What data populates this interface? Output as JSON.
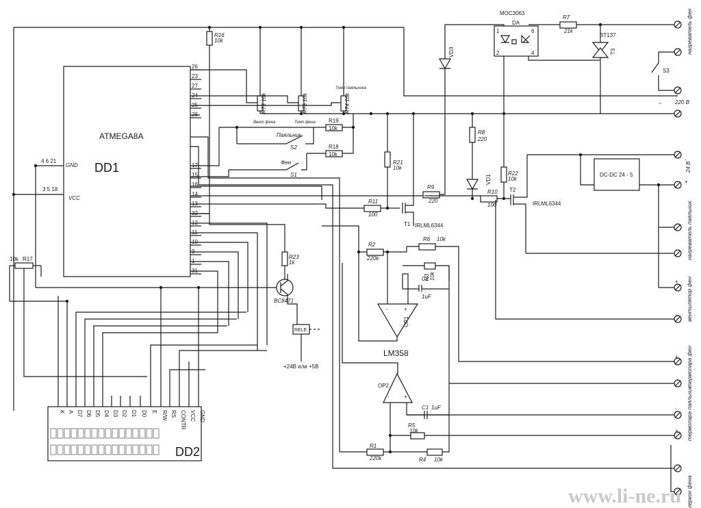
{
  "mcu": {
    "name": "ATMEGA8A",
    "ref": "DD1",
    "gnd_label": "GND",
    "gnd_pins": "4   6  21",
    "vcc_label": "VCC",
    "vcc_pins": "3   5   18",
    "right_pins": [
      "26",
      "23",
      "27",
      "24",
      "25",
      "28",
      "17",
      "15",
      "16",
      "14",
      "13",
      "32",
      "12",
      "11",
      "10",
      "9",
      "1",
      "31"
    ]
  },
  "lcd": {
    "ref": "DD2",
    "pins": [
      "K",
      "A",
      "D7",
      "D6",
      "D5",
      "D4",
      "D3",
      "D2",
      "D1",
      "D0",
      "E",
      "R/W",
      "RS",
      "CONTR",
      "VCC",
      "GND"
    ]
  },
  "resistors": {
    "r16": {
      "ref": "R16",
      "val": "10k"
    },
    "r17": {
      "ref": "R17",
      "val": "10k"
    },
    "rt3": {
      "ref": "RT3 10k"
    },
    "rt5": {
      "ref": "RT5 10k"
    },
    "rt4": {
      "ref": "RT4 10k"
    },
    "r19": {
      "ref": "R19",
      "val": "10k"
    },
    "r18": {
      "ref": "R18",
      "val": "10k"
    },
    "r21": {
      "ref": "R21",
      "val": "10k"
    },
    "r9": {
      "ref": "R9",
      "val": "220"
    },
    "r11": {
      "ref": "R11",
      "val": "100"
    },
    "r8": {
      "ref": "R8",
      "val": "220"
    },
    "r22": {
      "ref": "R22",
      "val": "10k"
    },
    "r10": {
      "ref": "R10",
      "val": "100"
    },
    "r7": {
      "ref": "R7",
      "val": "21k"
    },
    "r23": {
      "ref": "R23",
      "val": "1k"
    },
    "r2": {
      "ref": "R2",
      "val": "220k"
    },
    "r6": {
      "ref": "R6",
      "val": "10k"
    },
    "r3": {
      "ref": "R3",
      "val": "10k"
    },
    "r5": {
      "ref": "R5",
      "val": "10k"
    },
    "r1": {
      "ref": "R1",
      "val": "220k"
    },
    "r4": {
      "ref": "R4",
      "val": "10k"
    }
  },
  "pot_labels": {
    "rt3": "Вент фена",
    "rt5": "Темп фена",
    "rt4": "Темп паяльника"
  },
  "caps": {
    "c2": {
      "ref": "C2",
      "val": "1uF"
    },
    "c1": {
      "ref": "C1",
      "val": "1uF"
    }
  },
  "switches": {
    "s2_label": "Паяльник",
    "s2_ref": "S2",
    "s1_label": "Фен",
    "s1_ref": "S1",
    "s3_ref": "S3"
  },
  "semis": {
    "vd3": "VD3",
    "vd1": "VD1",
    "opto": "MOC3063",
    "da": "DA",
    "triac": "BT137",
    "t3": "T3",
    "t1": "T1",
    "t1_type": "IRLML6344",
    "t2": "T2",
    "t2_type": "IRLML6344",
    "q": "BC8471",
    "relay": "RELE",
    "relay_supply": "+24В или +5В",
    "op1": "OP1",
    "op2": "OP2",
    "lm358": "LM358",
    "dcdc": "DC-DC 24 - 5",
    "opto_pins": [
      "1",
      "2",
      "6",
      "4"
    ]
  },
  "terminals": {
    "heater_fen": "нагреватель фен",
    "ac220": "220 В",
    "v24": "24 В",
    "heater_iron": "нагреватель паяльник",
    "fan": "вентилятор фен",
    "tc_fen": "термопара фен",
    "tc_iron": "термопара паяльник",
    "gerkon": "геркон фена",
    "plus": "+",
    "minus": "-",
    "tilde": "~"
  },
  "watermark": "www.li-ne.ru"
}
